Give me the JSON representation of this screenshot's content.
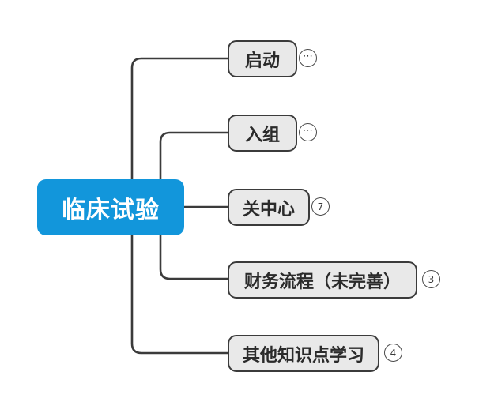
{
  "diagram": {
    "type": "mind-map",
    "title": "临床试验",
    "orientation": "left-root-right-children",
    "background_color": "#ffffff",
    "root": {
      "label": "临床试验",
      "fill_color": "#1296db",
      "text_color": "#ffffff"
    },
    "child_style": {
      "fill_color": "#e9e9e9",
      "border_color": "#3b3b3b",
      "text_color": "#2b2b2b"
    },
    "connector_color": "#3b3b3b",
    "children": [
      {
        "label": "启动",
        "badge": "⋯",
        "badge_kind": "collapsed"
      },
      {
        "label": "入组",
        "badge": "⋯",
        "badge_kind": "collapsed"
      },
      {
        "label": "关中心",
        "badge": "7",
        "badge_kind": "count"
      },
      {
        "label": "财务流程（未完善）",
        "badge": "3",
        "badge_kind": "count"
      },
      {
        "label": "其他知识点学习",
        "badge": "4",
        "badge_kind": "count"
      }
    ]
  }
}
